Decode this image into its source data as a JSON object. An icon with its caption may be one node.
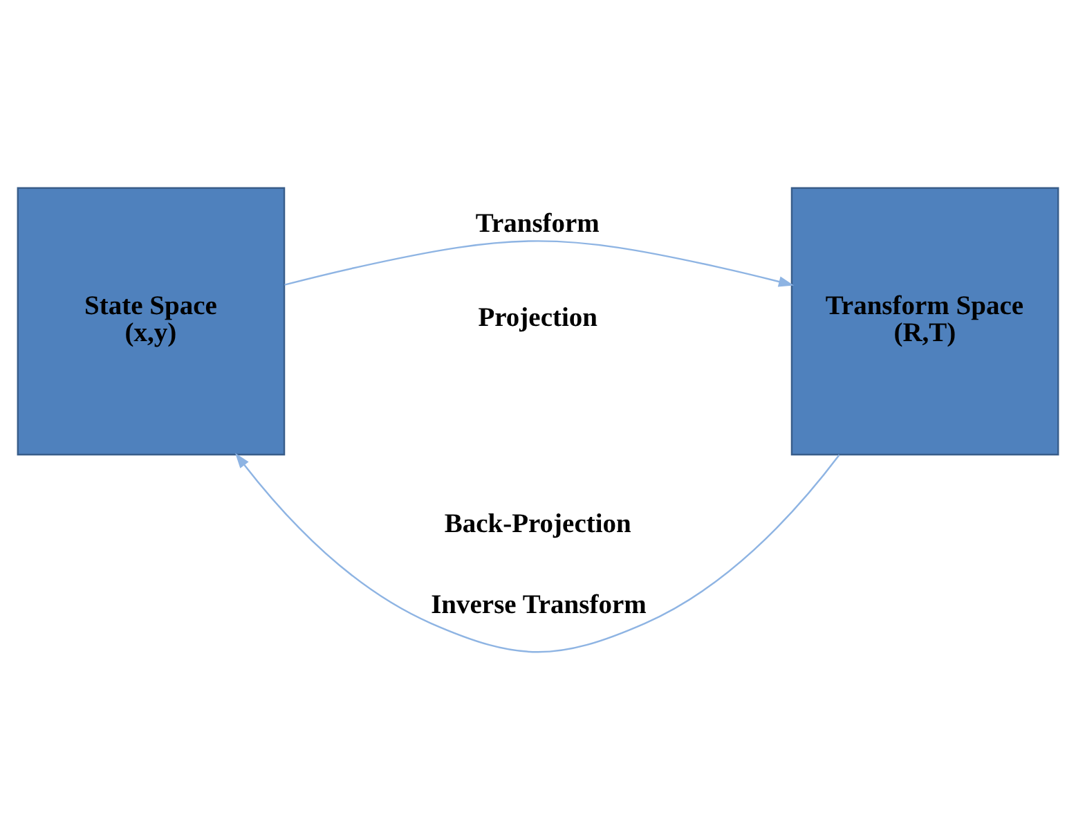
{
  "diagram": {
    "nodes": [
      {
        "text": [
          "State Space",
          "(x,y)"
        ]
      },
      {
        "text": [
          "Transform Space",
          "(R,T)"
        ]
      }
    ],
    "edges": [
      {
        "from": 0,
        "to": 1,
        "arrow": "to",
        "label": "Transform"
      },
      {
        "from": 1,
        "to": 0,
        "arrow": "to",
        "label": "Inverse Transform"
      }
    ],
    "labels": [
      "Projection",
      "Back-Projection"
    ]
  }
}
